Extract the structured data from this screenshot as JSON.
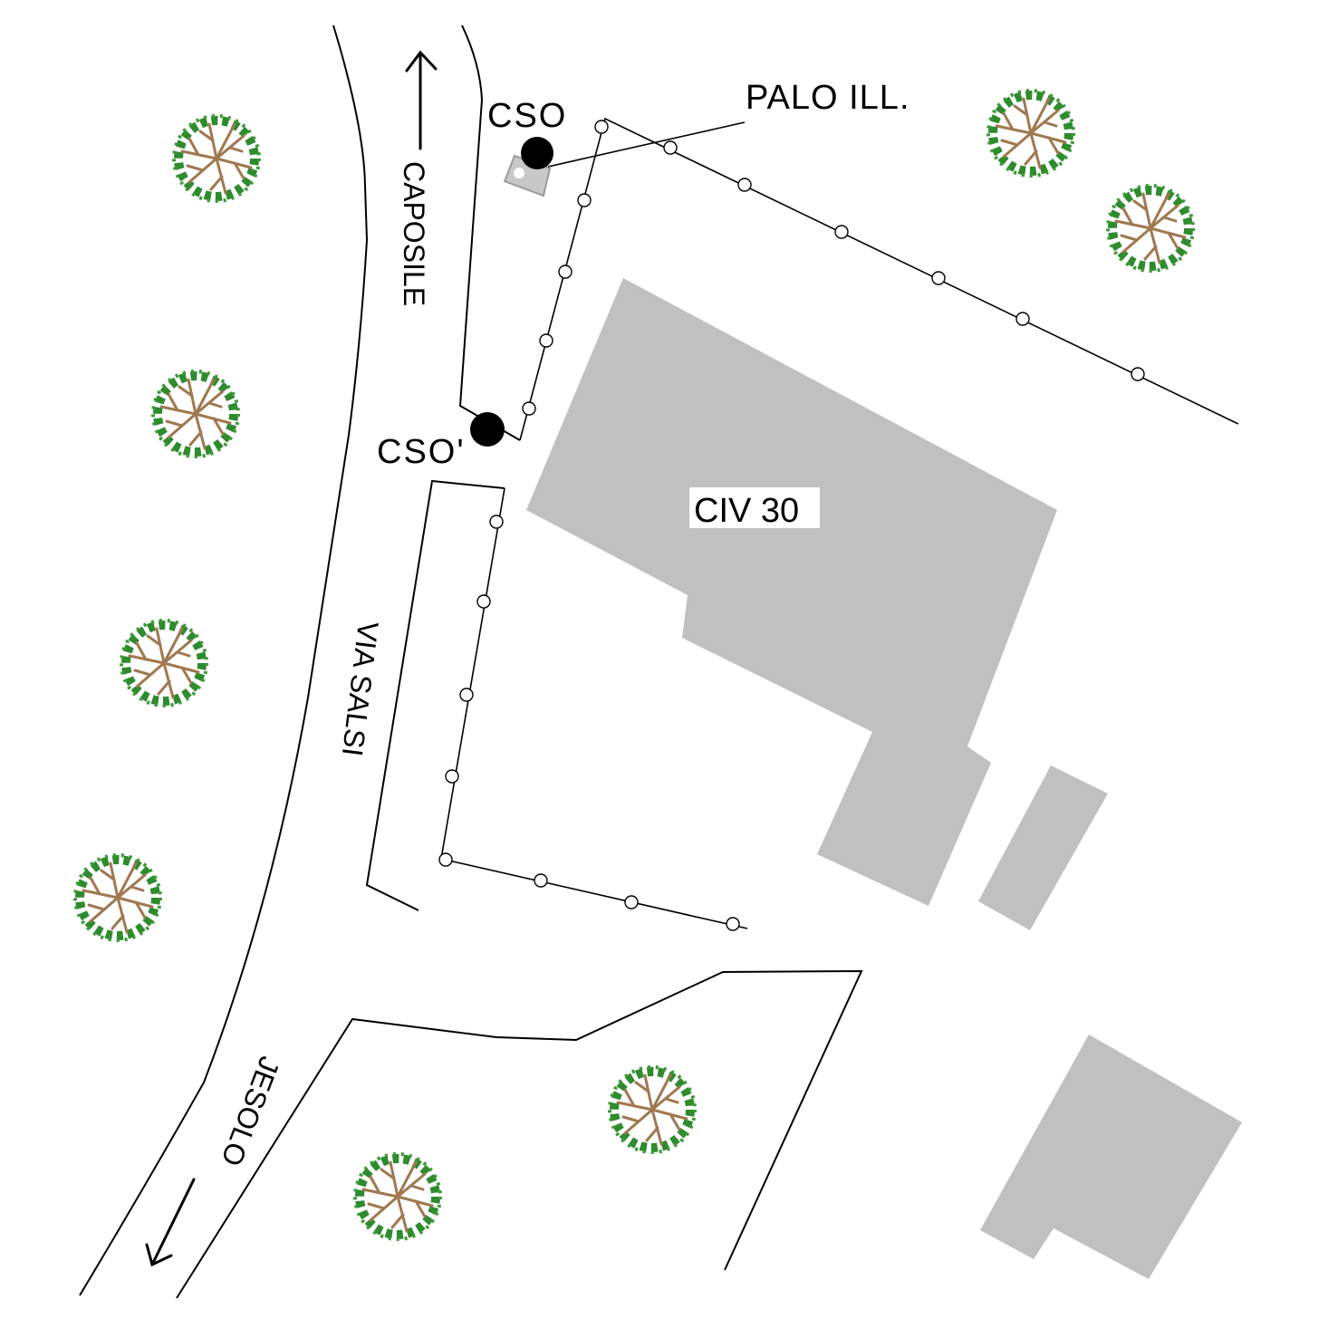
{
  "labels": {
    "cso": "CSO",
    "cso_prime": "CSO'",
    "palo": "PALO ILL.",
    "caposile": "CAPOSILE",
    "via_salsi": "VIA SALSI",
    "jesolo": "JESOLO",
    "civ30": "CIV 30"
  },
  "colors": {
    "building": "#c0c0c0",
    "line": "#000000",
    "tree_foliage": "#2e8b2e",
    "tree_branch": "#a07850"
  },
  "symbols": {
    "tree": "tree-icon",
    "manhole": "manhole-icon",
    "light_pole": "light-pole-icon",
    "fence_node": "fence-post-icon"
  }
}
